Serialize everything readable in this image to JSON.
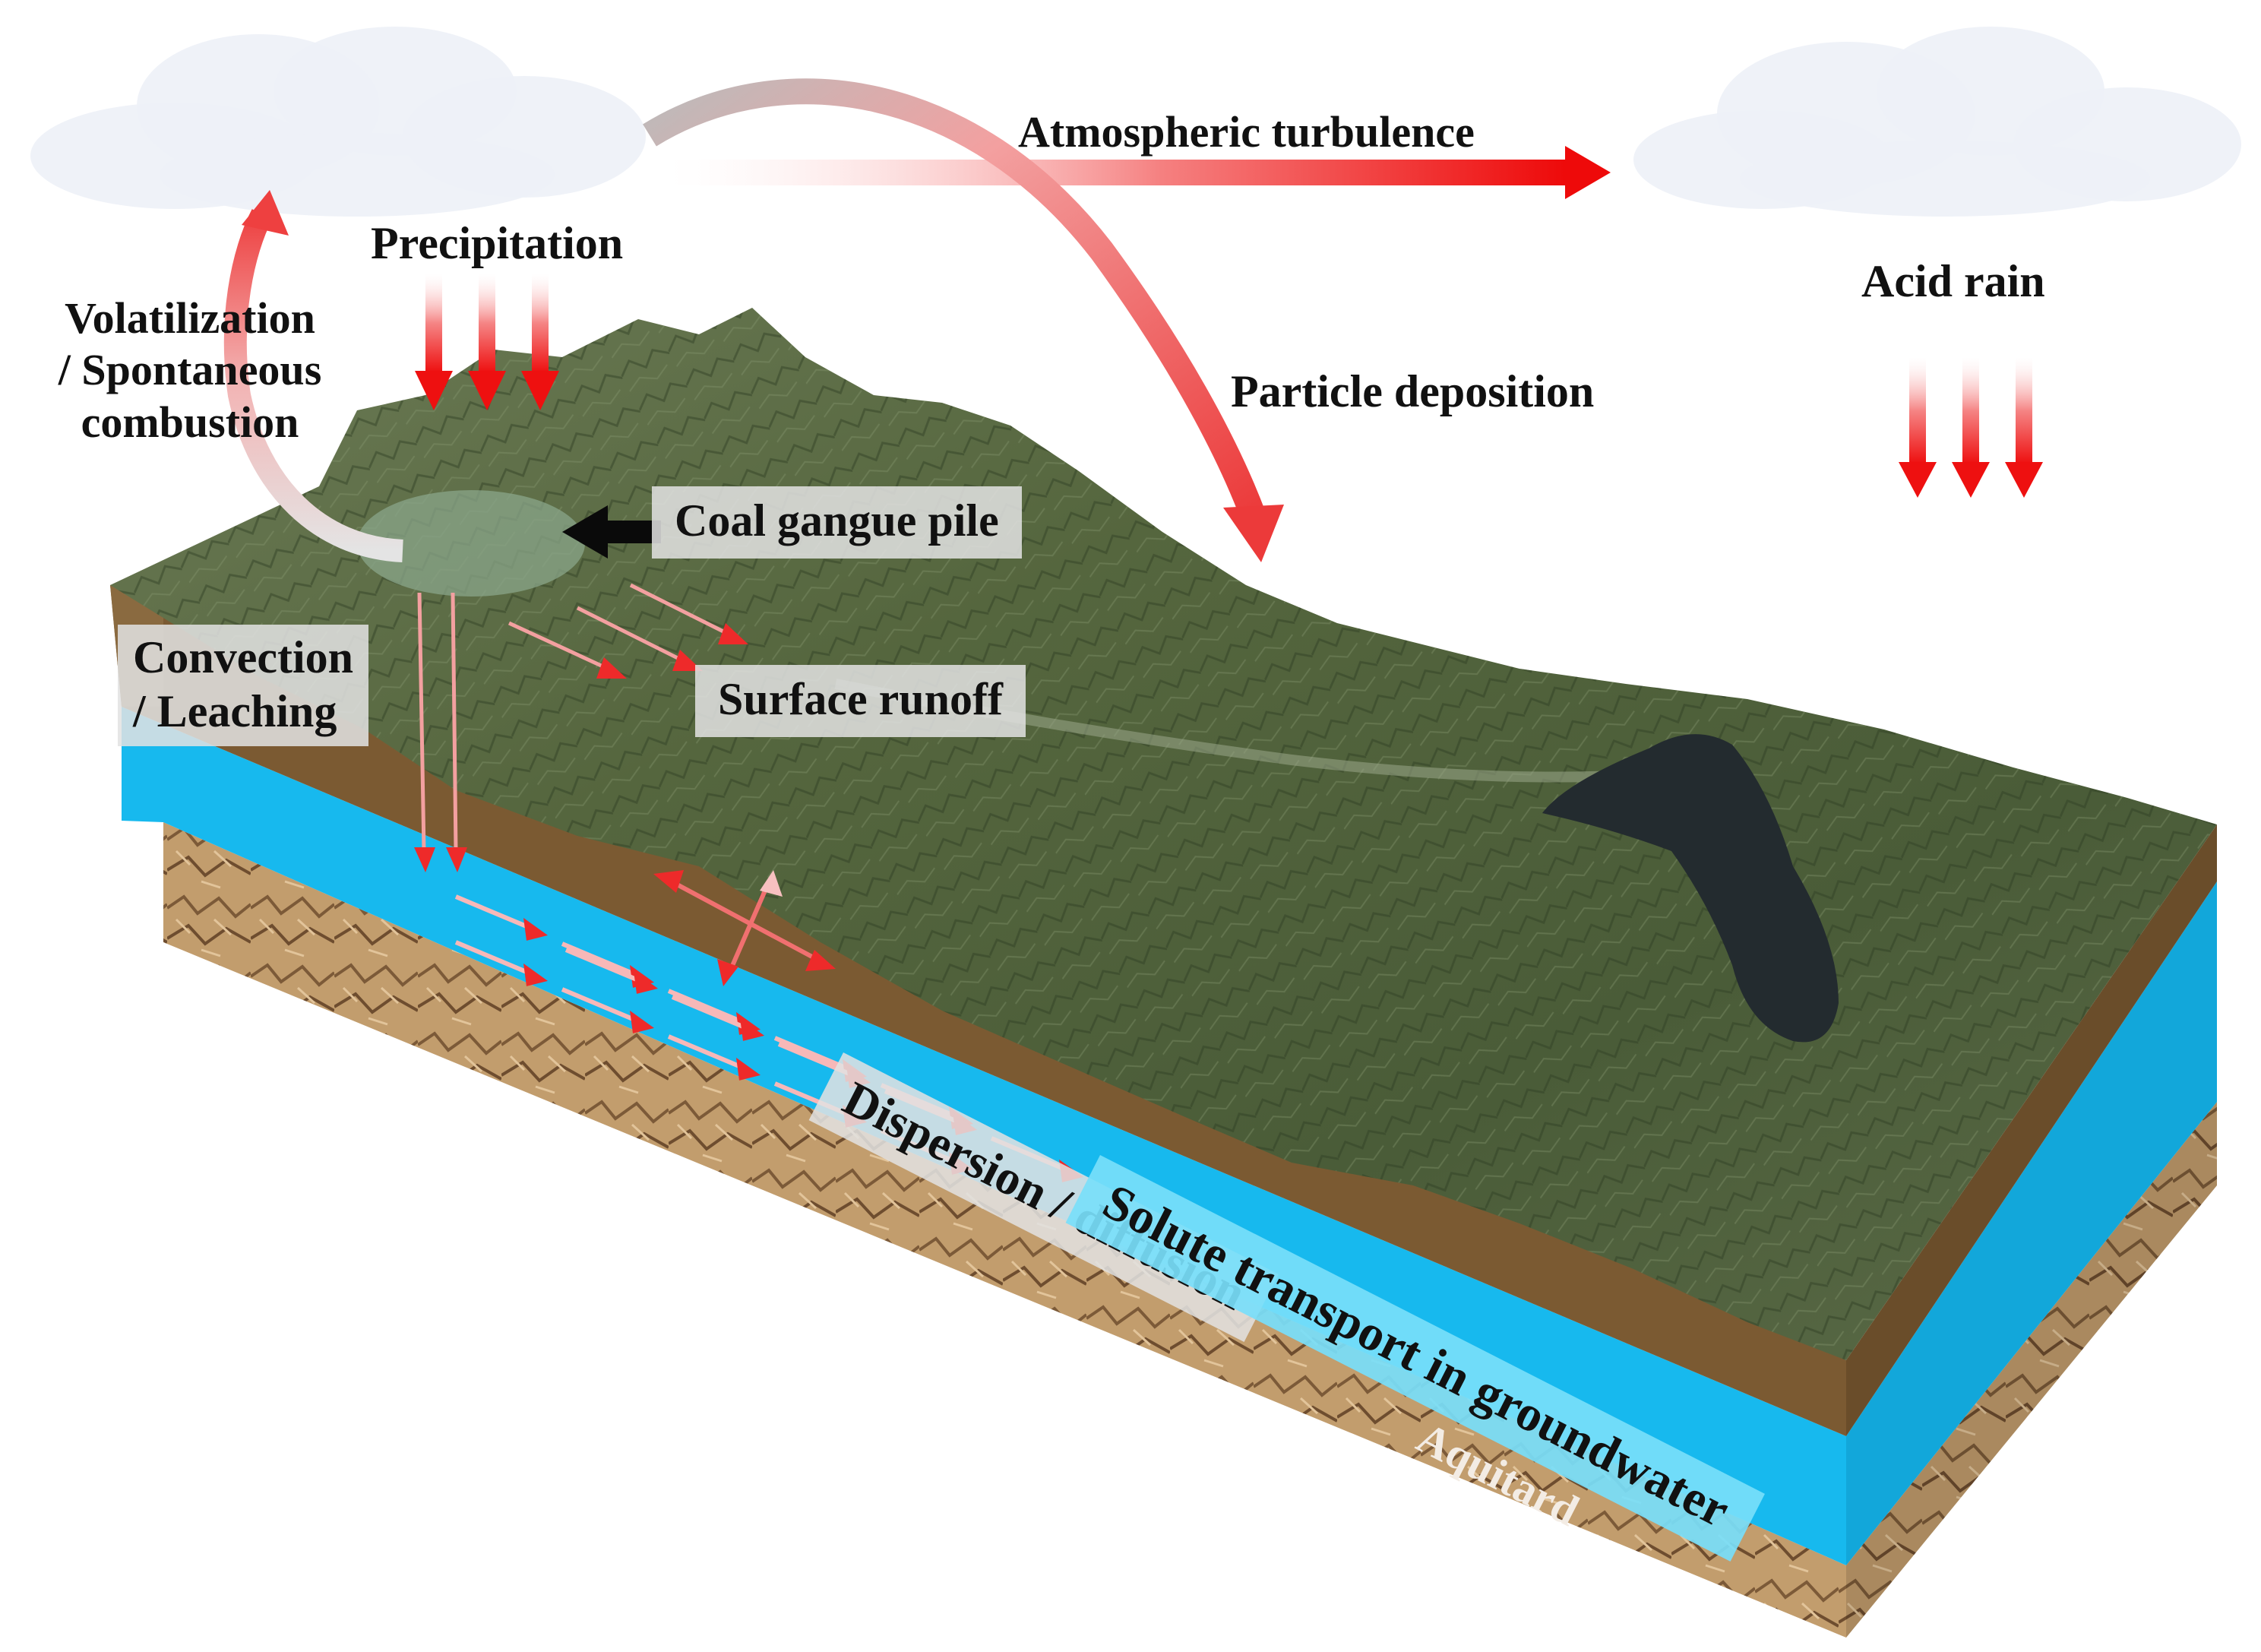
{
  "labels": {
    "atmospheric_turbulence": "Atmospheric turbulence",
    "precipitation": "Precipitation",
    "acid_rain": "Acid rain",
    "volatilization_line1": "Volatilization",
    "volatilization_line2": "/ Spontaneous",
    "volatilization_line3": "combustion",
    "particle_deposition": "Particle deposition",
    "coal_gangue_pile": "Coal gangue pile",
    "convection_line1": "Convection",
    "convection_line2": "/ Leaching",
    "surface_runoff": "Surface runoff",
    "dispersion_diffusion": "Dispersion / diffusion",
    "solute_transport": "Solute transport in groundwater",
    "aquitard": "Aquitard"
  },
  "colors": {
    "arrow_red": "#f01515",
    "arrow_pink": "#f7a4a4",
    "aquifer_blue": "#16b9ee",
    "soil_brown": "#7b5a32",
    "terrain_green": "#56663f",
    "bedrock_tan": "#c09a6a",
    "label_box_gray": "#e2e2e2",
    "label_box_cyan": "#78def8",
    "lake_dark": "#232b2f"
  }
}
